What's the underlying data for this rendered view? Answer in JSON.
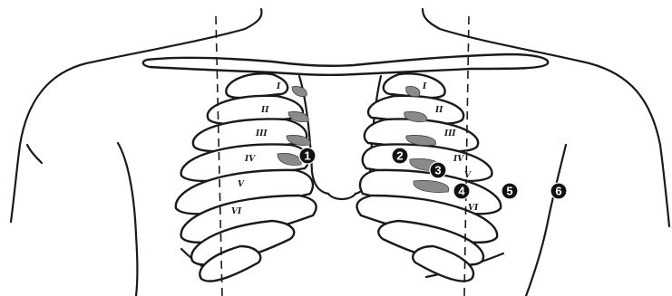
{
  "diagram": {
    "rib_labels_right": [
      "I",
      "II",
      "III",
      "IV",
      "V",
      "VI"
    ],
    "rib_labels_left": [
      "I",
      "II",
      "III",
      "IV",
      "V",
      "VI"
    ],
    "markers": [
      "1",
      "2",
      "3",
      "4",
      "5",
      "6"
    ]
  }
}
